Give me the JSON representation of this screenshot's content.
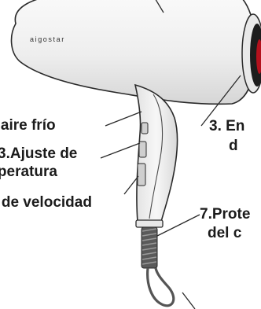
{
  "brand": "aigostar",
  "labels": {
    "cool_shot": "n aire frío",
    "temperature_line1": "3.Ajuste de",
    "temperature_line2": "mperatura",
    "speed": "e de velocidad",
    "air_entry_line1": "3. En",
    "air_entry_line2": "d",
    "protection_line1": "7.Prote",
    "protection_line2": "del c"
  },
  "colors": {
    "body": "#f1f1f1",
    "outline": "#2a2a2a",
    "label_text": "#1b1b1b",
    "cord": "#555555"
  }
}
